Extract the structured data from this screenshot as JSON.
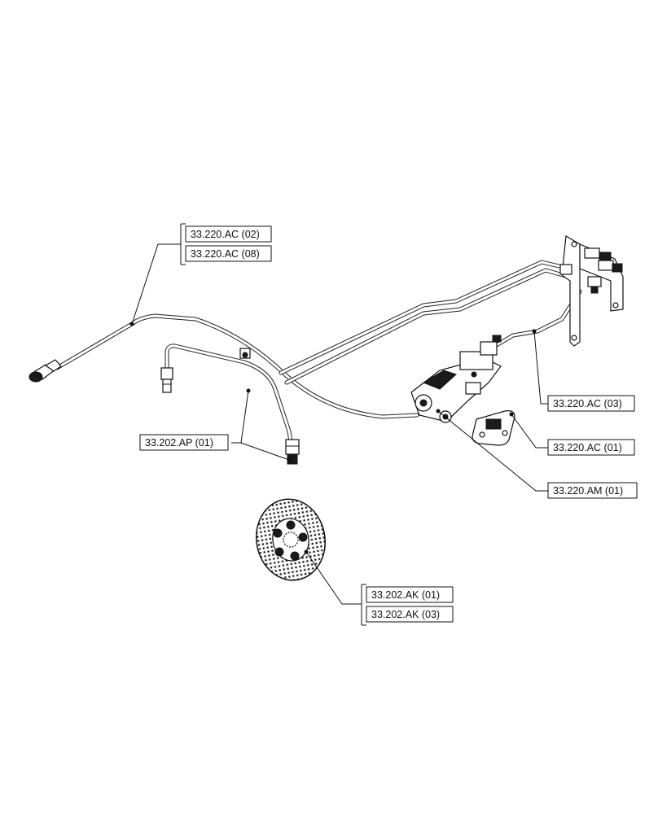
{
  "callouts": {
    "brake_line_top_1": "33.220.AC (02)",
    "brake_line_top_2": "33.220.AC (08)",
    "brake_line_right": "33.220.AC (03)",
    "cover_plate": "33.220.AC (01)",
    "valve_assembly": "33.220.AM (01)",
    "brake_pipe_left": "33.202.AP (01)",
    "brake_disc_1": "33.202.AK (01)",
    "brake_disc_2": "33.202.AK (03)"
  }
}
